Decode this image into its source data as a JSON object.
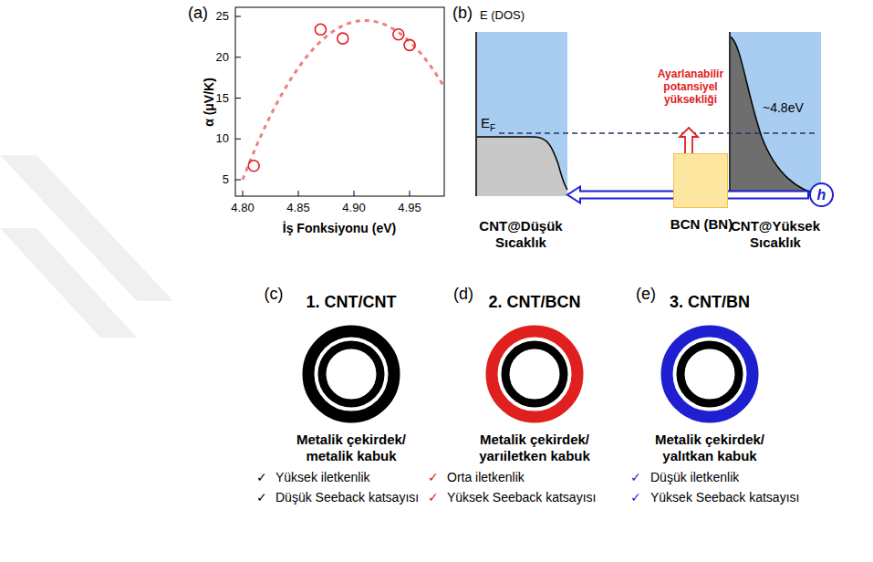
{
  "diagram": {
    "nodes": [
      {
        "text": [
          "CNT@Düşük Sıcaklık"
        ]
      },
      {
        "text": [
          "BCN (BN)"
        ]
      },
      {
        "text": [
          "CNT@Yüksek Sıcaklık"
        ]
      },
      {
        "text": [
          "h"
        ]
      },
      {
        "text": [
          "1. CNT/CNT",
          "Metalik çekirdek/ metalik kabuk"
        ]
      },
      {
        "text": [
          "2. CNT/BCN",
          "Metalik çekirdek/ yarıiletken kabuk"
        ]
      },
      {
        "text": [
          "3. CNT/BN",
          "Metalik çekirdek/ yalıtkan kabuk"
        ]
      }
    ],
    "edges": [
      {
        "from": 3,
        "to": 0,
        "arrow": "to"
      }
    ],
    "labels": [
      "(a)",
      "25",
      "20",
      "15",
      "10",
      "5",
      "4.80",
      "4.85",
      "4.90",
      "4.95",
      "α (μV/K)",
      "İş Fonksiyonu (eV)",
      "(b)",
      "E (DOS)",
      "E",
      "F",
      "Ayarlanabilir potansiyel yüksekliği",
      "~4.8eV",
      "(c)",
      "(d)",
      "(e)",
      "✓",
      "Yüksek iletkenlik",
      "✓",
      "Düşük Seeback katsayısı",
      "✓",
      "Orta iletkenlik",
      "✓",
      "Yüksek Seeback katsayısı",
      "✓",
      "Düşük iletkenlik",
      "✓",
      "Yüksek Seeback katsayısı"
    ]
  }
}
